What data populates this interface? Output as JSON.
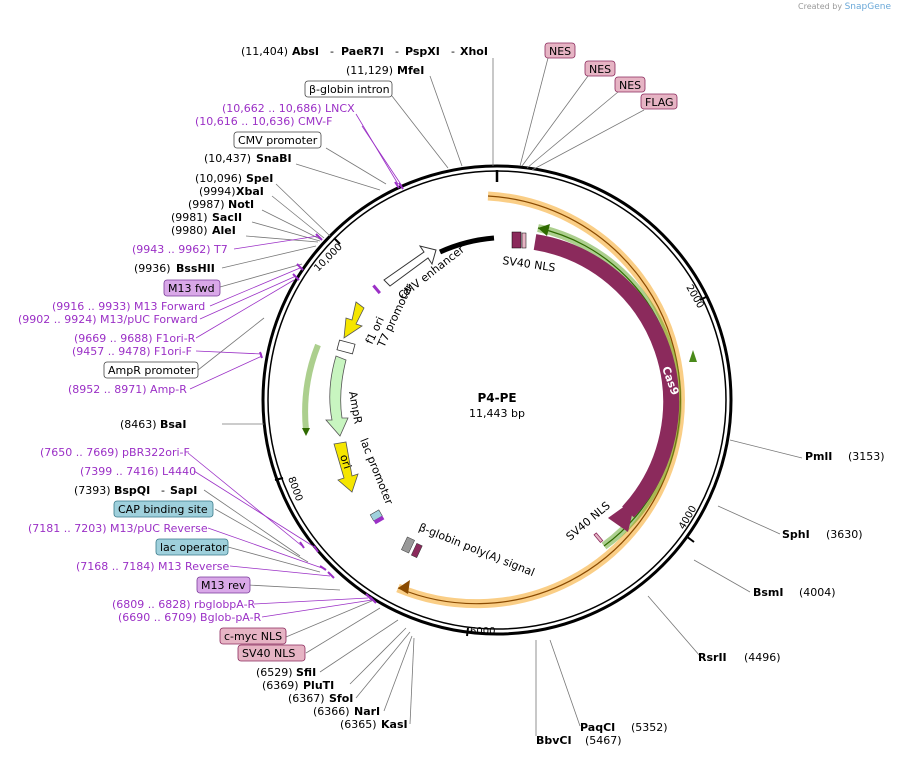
{
  "credit": {
    "prefix": "Created by",
    "brand": "SnapGene"
  },
  "plasmid": {
    "name": "P4-PE",
    "size": "11,443 bp"
  },
  "ticks": [
    "2000",
    "4000",
    "6000",
    "8000",
    "10,000"
  ],
  "inner_features": {
    "cmv_enhancer": "CMV enhancer",
    "sv40_nls_top": "SV40 NLS",
    "f1_ori": "f1 ori",
    "t7_promoter": "T7 promoter",
    "cas9": "Cas9",
    "ampr": "AmpR",
    "ori": "ori",
    "lac_promoter": "lac promoter",
    "sv40_nls_bottom": "SV40 NLS",
    "bglobin_polya": "β-globin poly(A) signal"
  },
  "top_labels": {
    "absi_pos": "(11,404)",
    "absi": "AbsI",
    "paer7i": "PaeR7I",
    "pspxi": "PspXI",
    "xhoi": "XhoI",
    "mfei_pos": "(11,129)",
    "mfei": "MfeI",
    "bglobin_intron": "β-globin intron",
    "lncx": "(10,662 .. 10,686)  LNCX",
    "cmvf": "(10,616 .. 10,636)  CMV-F",
    "cmv_promoter": "CMV promoter",
    "snabi_pos": "(10,437)",
    "snabi": "SnaBI",
    "spei_pos": "(10,096)",
    "spei": "SpeI",
    "xbai_pos": "(9994)",
    "xbai": "XbaI",
    "noti_pos": "(9987)",
    "noti": "NotI",
    "sacii_pos": "(9981)",
    "sacii": "SacII",
    "alei_pos": "(9980)",
    "alei": "AleI",
    "t7": "(9943 .. 9962)  T7",
    "bsshii_pos": "(9936)",
    "bsshii": "BssHII",
    "m13fwd": "M13 fwd",
    "m13forward": "(9916 .. 9933)  M13 Forward",
    "m13puc_forward": "(9902 .. 9924)  M13/pUC Forward",
    "f1ori_r": "(9669 .. 9688)  F1ori-R",
    "f1ori_f": "(9457 .. 9478)  F1ori-F",
    "ampr_promoter": "AmpR promoter",
    "amp_r": "(8952 .. 8971)  Amp-R",
    "bsai_pos": "(8463)",
    "bsai": "BsaI"
  },
  "nes_tags": [
    "NES",
    "NES",
    "NES",
    "FLAG"
  ],
  "left_bottom_labels": {
    "pbr322": "(7650 .. 7669)  pBR322ori-F",
    "l4440": "(7399 .. 7416)  L4440",
    "bspqi_pos": "(7393)",
    "bspqi": "BspQI",
    "sapi": "SapI",
    "cap_site": "CAP binding site",
    "m13puc_reverse": "(7181 .. 7203)  M13/pUC Reverse",
    "lac_operator": "lac operator",
    "m13reverse": "(7168 .. 7184)  M13 Reverse",
    "m13rev": "M13 rev",
    "rbglobpa": "(6809 .. 6828)  rbglobpA-R",
    "bglobpa": "(6690 .. 6709)  Bglob-pA-R",
    "cmyc_nls": "c-myc NLS",
    "sv40_nls": "SV40 NLS",
    "sfii_pos": "(6529)",
    "sfii": "SfiI",
    "pluti_pos": "(6369)",
    "pluti": "PluTI",
    "sfoi_pos": "(6367)",
    "sfoi": "SfoI",
    "nari_pos": "(6366)",
    "nari": "NarI",
    "kasi_pos": "(6365)",
    "kasi": "KasI"
  },
  "right_labels": {
    "pmli": "PmlI",
    "pmli_pos": "(3153)",
    "sphi": "SphI",
    "sphi_pos": "(3630)",
    "bsmi": "BsmI",
    "bsmi_pos": "(4004)",
    "rsrii": "RsrII",
    "rsrii_pos": "(4496)",
    "paqci": "PaqCI",
    "paqci_pos": "(5352)",
    "bbvci": "BbvCI",
    "bbvci_pos": "(5467)"
  },
  "colors": {
    "cas9": "#8b2a5c",
    "orange_band": "#f5a623",
    "green_band": "#5aa01e",
    "primer": "#9b30c6",
    "yellow": "#f5e600",
    "ampr": "#c8f5c0",
    "m13_fill": "#d9a8e8",
    "nls_fill": "#e6b4c4",
    "cap_fill": "#9fd0dc"
  }
}
